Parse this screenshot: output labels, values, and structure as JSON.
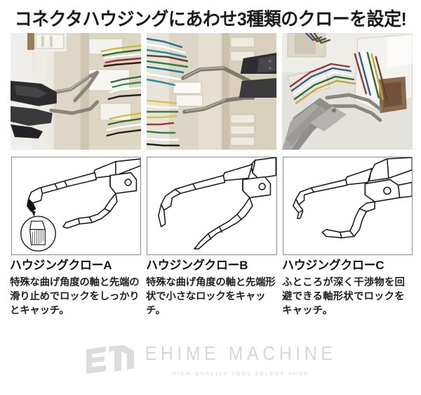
{
  "header": {
    "title": "コネクタハウジングにあわせ3種類のクローを設定!"
  },
  "photos": [
    {
      "name": "photo-claw-a",
      "alt": "黒いハウジングクローAがコネクタハウジングのロックを捉えている写真"
    },
    {
      "name": "photo-claw-b",
      "alt": "黒いハウジングクローBが青や黄の配線のコネクタに差し込まれている写真"
    },
    {
      "name": "photo-claw-c",
      "alt": "ハウジングクローCが白いコネクタハウジングを保持している写真"
    }
  ],
  "diagrams": [
    {
      "name": "diagram-claw-a",
      "caption": "先端滑り止めローレット拡大図つきクローA線画"
    },
    {
      "name": "diagram-claw-b",
      "caption": "先端が細く尖ったクローB線画"
    },
    {
      "name": "diagram-claw-c",
      "caption": "ふところの深い軸形状のクローC線画"
    }
  ],
  "columns": [
    {
      "heading": "ハウジングクローA",
      "body": "特殊な曲げ角度の軸と先端の滑り止めでロックをしっかりとキャッチ。"
    },
    {
      "heading": "ハウジングクローB",
      "body": "特殊な曲げ角度の軸と先端形状で小さなロックをキャッチ。"
    },
    {
      "heading": "ハウジングクローC",
      "body": "ふところが深く干渉物を回避できる軸形状でロックをキャッチ。"
    }
  ],
  "watermark": {
    "brand": "EHIME MACHINE",
    "tagline": "HIGH QUALITY TOOL SELECT SHOP",
    "monogram": "EM",
    "color": "#d7d7d7"
  },
  "colors": {
    "title": "#1a1a1a",
    "body_text": "#222222",
    "panel_border": "#8d8d8d",
    "background": "#ffffff"
  }
}
